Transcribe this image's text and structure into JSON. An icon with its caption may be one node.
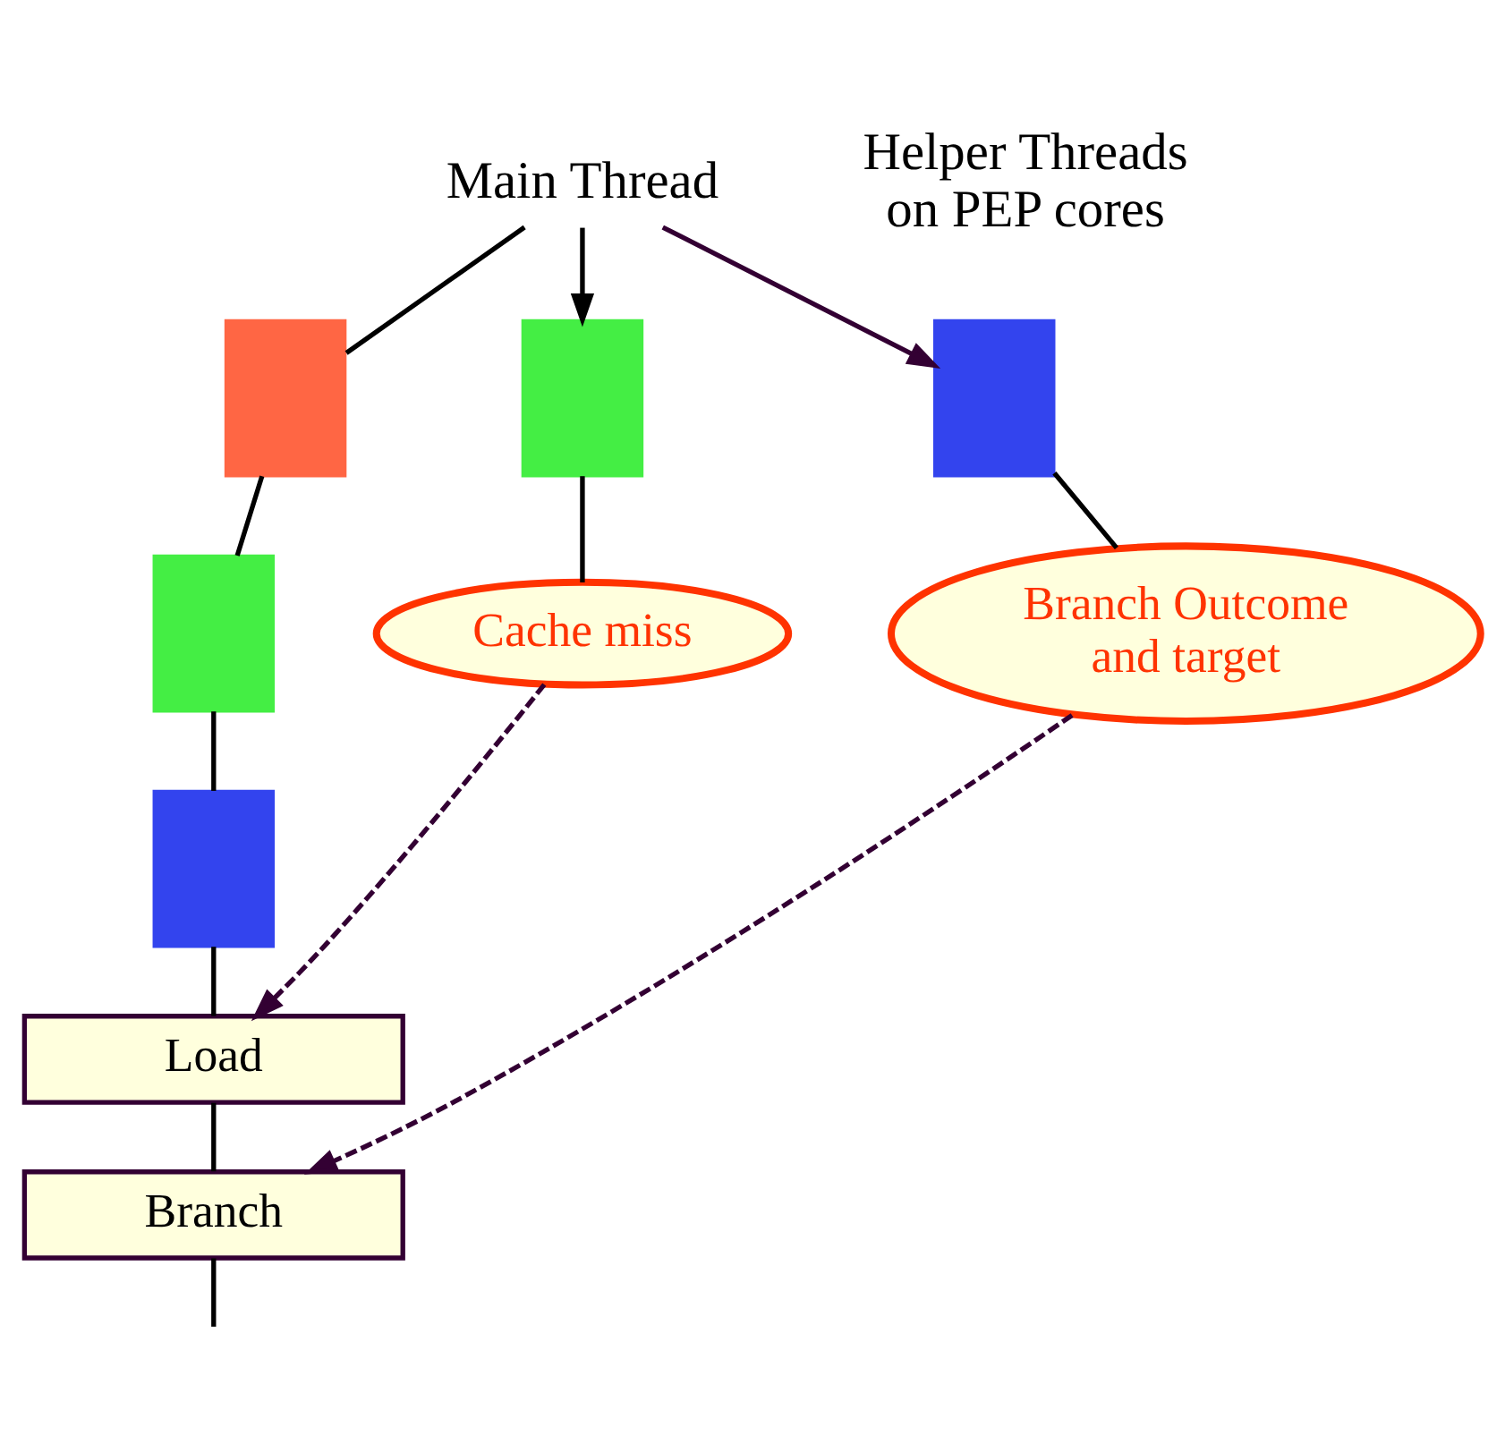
{
  "diagram": {
    "nodes": [
      {
        "text": [
          "Main Thread"
        ]
      },
      {
        "text": [],
        "shape": "box"
      },
      {
        "text": [],
        "shape": "box"
      },
      {
        "text": [],
        "shape": "box"
      },
      {
        "text": [
          "Load"
        ]
      },
      {
        "text": [
          "Branch"
        ]
      },
      {
        "text": [],
        "shape": "box"
      },
      {
        "text": [
          "Cache miss"
        ]
      },
      {
        "text": [],
        "shape": "box"
      },
      {
        "text": [
          "Branch Outcome and target"
        ]
      }
    ],
    "edges": [
      {
        "from": 0,
        "to": 1,
        "arrow": "none"
      },
      {
        "from": 1,
        "to": 2,
        "arrow": "none"
      },
      {
        "from": 2,
        "to": 3,
        "arrow": "none"
      },
      {
        "from": 3,
        "to": 4,
        "arrow": "none"
      },
      {
        "from": 4,
        "to": 5,
        "arrow": "none"
      },
      {
        "from": 5,
        "to": null,
        "arrow": "none"
      },
      {
        "from": 0,
        "to": 6,
        "arrow": "to"
      },
      {
        "from": 6,
        "to": 7,
        "arrow": "none"
      },
      {
        "from": 7,
        "to": 4,
        "arrow": "to",
        "style": "dashed",
        "color": "#330033"
      },
      {
        "from": 0,
        "to": 8,
        "arrow": "to",
        "color": "#330033"
      },
      {
        "from": 8,
        "to": 9,
        "arrow": "none"
      },
      {
        "from": 9,
        "to": 5,
        "arrow": "to",
        "style": "dashed",
        "color": "#330033"
      }
    ],
    "labels": [
      "Helper Threads on PEP cores"
    ]
  }
}
